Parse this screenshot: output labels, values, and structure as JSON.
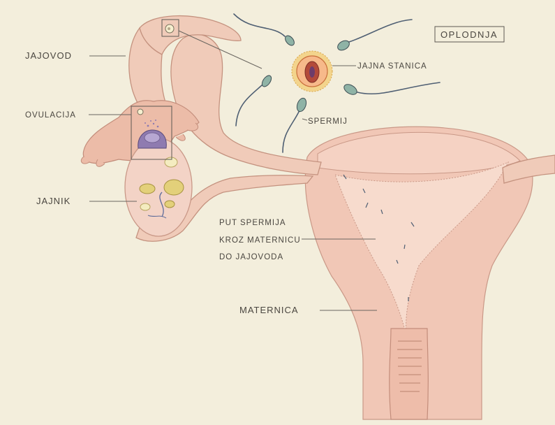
{
  "title": "OPLODNJA",
  "labels": {
    "jajovod": "JAJOVOD",
    "ovulacija": "OVULACIJA",
    "jajnik": "JAJNIK",
    "jajna_stanica": "JAJNA STANICA",
    "spermij": "SPERMIJ",
    "put_line1": "PUT SPERMIJA",
    "put_line2": "KROZ MATERNICU",
    "put_line3": "DO JAJOVODA",
    "maternica": "MATERNICA"
  },
  "colors": {
    "paper": "#f3eedc",
    "tissue": "#f0c6b4",
    "tissue_outline": "#c4927f",
    "ovary_follicle": "#e3d07a",
    "egg_nucleus": "#b34a3a",
    "sperm_head": "#8fb3a6",
    "sperm_tail": "#4f5f73",
    "ovulation_cell": "#8f7bb0"
  }
}
